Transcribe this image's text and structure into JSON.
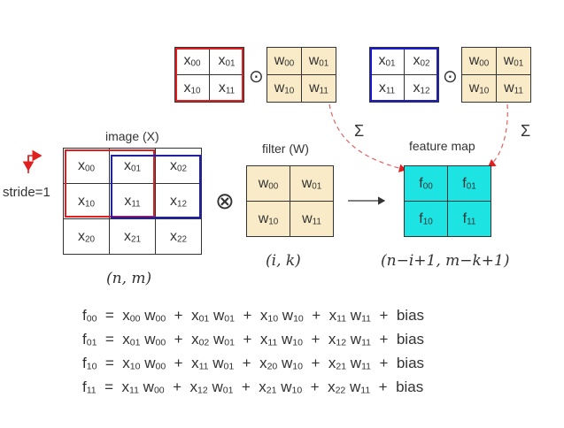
{
  "colors": {
    "beige": "#faebc8",
    "cyan": "#1ee3e3",
    "red": "#e02020",
    "blue": "#1b1bd0",
    "dash": "#e06060"
  },
  "top_left": {
    "x_cells": [
      [
        {
          "b": "x",
          "s": "00"
        },
        {
          "b": "x",
          "s": "01"
        }
      ],
      [
        {
          "b": "x",
          "s": "10"
        },
        {
          "b": "x",
          "s": "11"
        }
      ]
    ],
    "w_cells": [
      [
        {
          "b": "w",
          "s": "00"
        },
        {
          "b": "w",
          "s": "01"
        }
      ],
      [
        {
          "b": "w",
          "s": "10"
        },
        {
          "b": "w",
          "s": "11"
        }
      ]
    ],
    "op": "⊙",
    "sum": "Σ"
  },
  "top_right": {
    "x_cells": [
      [
        {
          "b": "x",
          "s": "01"
        },
        {
          "b": "x",
          "s": "02"
        }
      ],
      [
        {
          "b": "x",
          "s": "11"
        },
        {
          "b": "x",
          "s": "12"
        }
      ]
    ],
    "w_cells": [
      [
        {
          "b": "w",
          "s": "00"
        },
        {
          "b": "w",
          "s": "01"
        }
      ],
      [
        {
          "b": "w",
          "s": "10"
        },
        {
          "b": "w",
          "s": "11"
        }
      ]
    ],
    "op": "⊙",
    "sum": "Σ"
  },
  "image": {
    "title": "image (X)",
    "cells": [
      [
        {
          "b": "x",
          "s": "00"
        },
        {
          "b": "x",
          "s": "01"
        },
        {
          "b": "x",
          "s": "02"
        }
      ],
      [
        {
          "b": "x",
          "s": "10"
        },
        {
          "b": "x",
          "s": "11"
        },
        {
          "b": "x",
          "s": "12"
        }
      ],
      [
        {
          "b": "x",
          "s": "20"
        },
        {
          "b": "x",
          "s": "21"
        },
        {
          "b": "x",
          "s": "22"
        }
      ]
    ],
    "dims": "(n,  m)"
  },
  "stride_label": "stride=1",
  "conv_op": "⊗",
  "filter": {
    "title": "filter (W)",
    "cells": [
      [
        {
          "b": "w",
          "s": "00"
        },
        {
          "b": "w",
          "s": "01"
        }
      ],
      [
        {
          "b": "w",
          "s": "10"
        },
        {
          "b": "w",
          "s": "11"
        }
      ]
    ],
    "dims": "(i,  k)"
  },
  "feature_map": {
    "title": "feature map",
    "cells": [
      [
        {
          "b": "f",
          "s": "00"
        },
        {
          "b": "f",
          "s": "01"
        }
      ],
      [
        {
          "b": "f",
          "s": "10"
        },
        {
          "b": "f",
          "s": "11"
        }
      ]
    ],
    "dims": "(n−i+1,  m−k+1)"
  },
  "equations": [
    {
      "lhs": {
        "b": "f",
        "s": "00"
      },
      "terms": [
        [
          {
            "b": "x",
            "s": "00"
          },
          {
            "b": "w",
            "s": "00"
          }
        ],
        [
          {
            "b": "x",
            "s": "01"
          },
          {
            "b": "w",
            "s": "01"
          }
        ],
        [
          {
            "b": "x",
            "s": "10"
          },
          {
            "b": "w",
            "s": "10"
          }
        ],
        [
          {
            "b": "x",
            "s": "11"
          },
          {
            "b": "w",
            "s": "11"
          }
        ]
      ],
      "tail": "bias"
    },
    {
      "lhs": {
        "b": "f",
        "s": "01"
      },
      "terms": [
        [
          {
            "b": "x",
            "s": "01"
          },
          {
            "b": "w",
            "s": "00"
          }
        ],
        [
          {
            "b": "x",
            "s": "02"
          },
          {
            "b": "w",
            "s": "01"
          }
        ],
        [
          {
            "b": "x",
            "s": "11"
          },
          {
            "b": "w",
            "s": "10"
          }
        ],
        [
          {
            "b": "x",
            "s": "12"
          },
          {
            "b": "w",
            "s": "11"
          }
        ]
      ],
      "tail": "bias"
    },
    {
      "lhs": {
        "b": "f",
        "s": "10"
      },
      "terms": [
        [
          {
            "b": "x",
            "s": "10"
          },
          {
            "b": "w",
            "s": "00"
          }
        ],
        [
          {
            "b": "x",
            "s": "11"
          },
          {
            "b": "w",
            "s": "01"
          }
        ],
        [
          {
            "b": "x",
            "s": "20"
          },
          {
            "b": "w",
            "s": "10"
          }
        ],
        [
          {
            "b": "x",
            "s": "21"
          },
          {
            "b": "w",
            "s": "11"
          }
        ]
      ],
      "tail": "bias"
    },
    {
      "lhs": {
        "b": "f",
        "s": "11"
      },
      "terms": [
        [
          {
            "b": "x",
            "s": "11"
          },
          {
            "b": "w",
            "s": "00"
          }
        ],
        [
          {
            "b": "x",
            "s": "12"
          },
          {
            "b": "w",
            "s": "01"
          }
        ],
        [
          {
            "b": "x",
            "s": "21"
          },
          {
            "b": "w",
            "s": "10"
          }
        ],
        [
          {
            "b": "x",
            "s": "22"
          },
          {
            "b": "w",
            "s": "11"
          }
        ]
      ],
      "tail": "bias"
    }
  ]
}
